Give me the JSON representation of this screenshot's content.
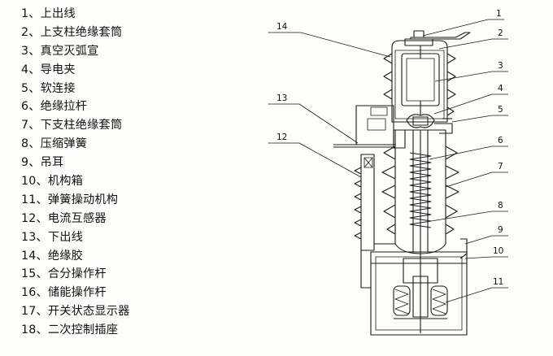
{
  "legend": [
    "1、上出线",
    "2、上支柱绝缘套筒",
    "3、真空灭弧宣",
    "4、导电夹",
    "5、软连接",
    "6、绝缘拉杆",
    "7、下支柱绝缘套筒",
    "8、压缩弹簧",
    "9、吊耳",
    "10、机构箱",
    "11、弹簧操动机构",
    "12、电流互感器",
    "13、下出线",
    "14、绝缘胶",
    "15、合分操作杆",
    "16、储能操作杆",
    "17、开关状态显示器",
    "18、二次控制插座"
  ],
  "callouts": [
    "1",
    "2",
    "3",
    "4",
    "5",
    "6",
    "7",
    "8",
    "9",
    "10",
    "11",
    "12",
    "13",
    "14"
  ],
  "colors": {
    "line": "#1a1a1a",
    "background": "#fdfdfb"
  }
}
